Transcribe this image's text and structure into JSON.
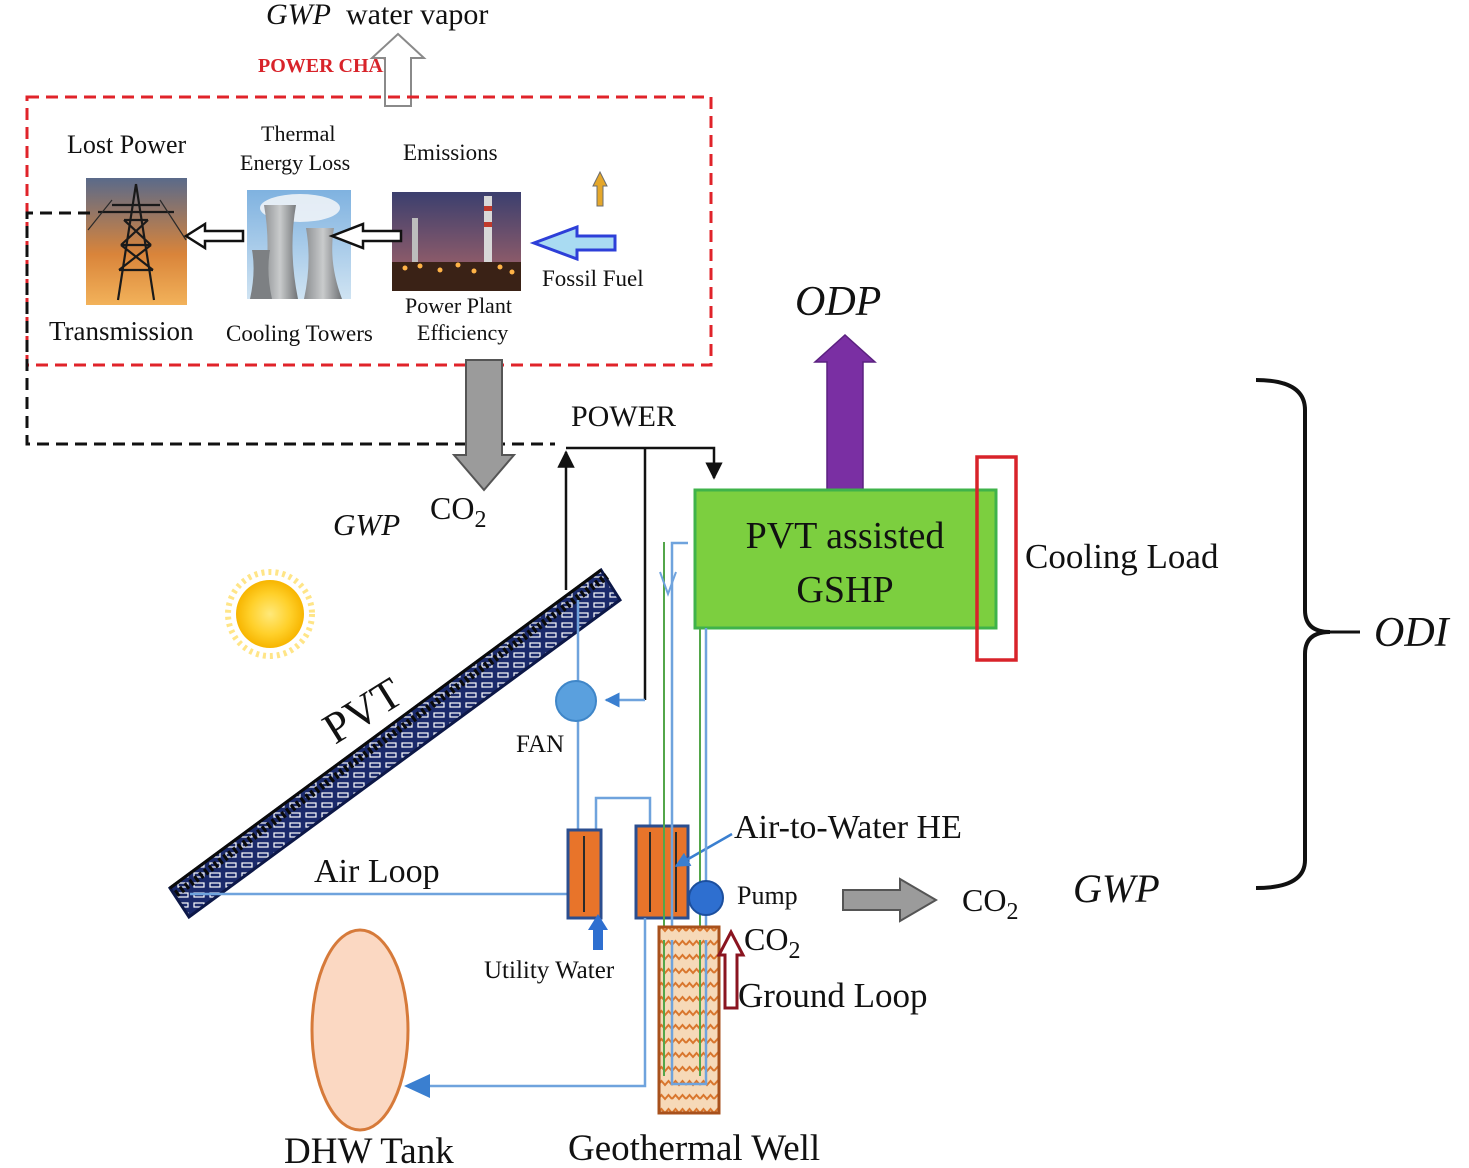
{
  "power_chain": {
    "title": "POWER CHAIN",
    "top_label_gwp": "GWP",
    "top_label_rest": "water vapor",
    "lost_power": "Lost Power",
    "thermal_line1": "Thermal",
    "thermal_line2": "Energy Loss",
    "emissions": "Emissions",
    "fossil_fuel": "Fossil Fuel",
    "transmission": "Transmission",
    "cooling_towers": "Cooling Towers",
    "plant_line1": "Power Plant",
    "plant_line2": "Efficiency"
  },
  "system": {
    "power": "POWER",
    "gwp_left": "GWP",
    "co2_left": "CO",
    "co2_sub": "2",
    "odp": "ODP",
    "gshp_line1": "PVT assisted",
    "gshp_line2": "GSHP",
    "cooling_load": "Cooling Load",
    "odi": "ODI",
    "pvt": "PVT",
    "fan": "FAN",
    "air_loop": "Air Loop",
    "air_to_water": "Air-to-Water HE",
    "pump": "Pump",
    "co2_pump": "CO",
    "co2_right": "CO",
    "gwp_right": "GWP",
    "utility_water": "Utility Water",
    "ground_loop": "Ground Loop",
    "dhw_tank": "DHW Tank",
    "geothermal_well": "Geothermal Well"
  },
  "colors": {
    "chain_border": "#e0232a",
    "gshp_fill": "#7ccf3f",
    "odp_arrow": "#7a2fa3",
    "loop_blue": "#6fa3dd",
    "he_orange": "#e8742a",
    "tank_fill": "#fbd8c2",
    "tank_stroke": "#d67a3a"
  }
}
